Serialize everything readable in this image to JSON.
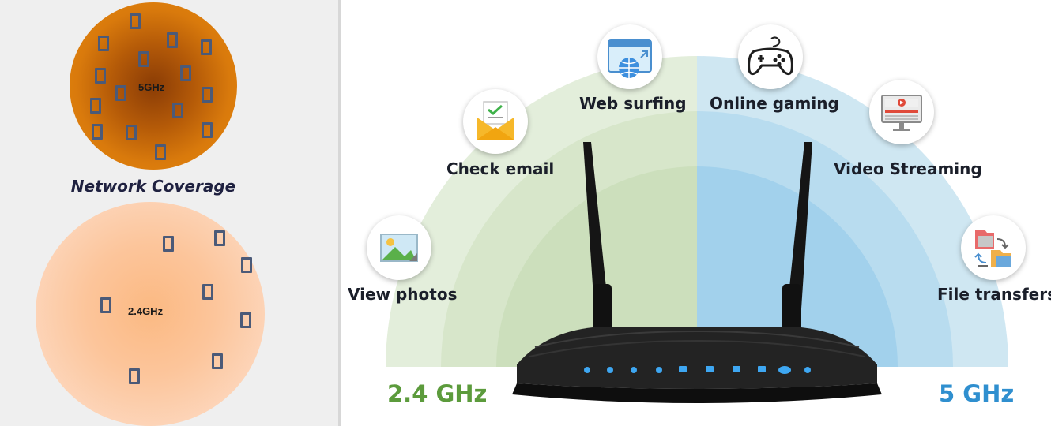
{
  "left_panel": {
    "top_circle_label": "5GHz",
    "bottom_circle_label": "2.4GHz",
    "caption": "Network Coverage"
  },
  "right_panel": {
    "uses_24": [
      "View photos",
      "Check email",
      "Web surfing"
    ],
    "uses_5": [
      "Online gaming",
      "Video Streaming",
      "File transfers"
    ],
    "band_24_label": "2.4 GHz",
    "band_5_label": "5 GHz",
    "icons": [
      "image-icon",
      "email-icon",
      "browser-globe-icon",
      "gamepad-icon",
      "video-monitor-icon",
      "file-transfer-icon"
    ]
  },
  "colors": {
    "band_24": "#5c9b3c",
    "band_5": "#2f8fcf",
    "band_24_arc": "#d8e8cc",
    "band_5_arc": "#bfe1f1",
    "router_led": "#3ea7f2",
    "top_circle": "#e8880f",
    "bottom_circle": "#fcc59b"
  }
}
